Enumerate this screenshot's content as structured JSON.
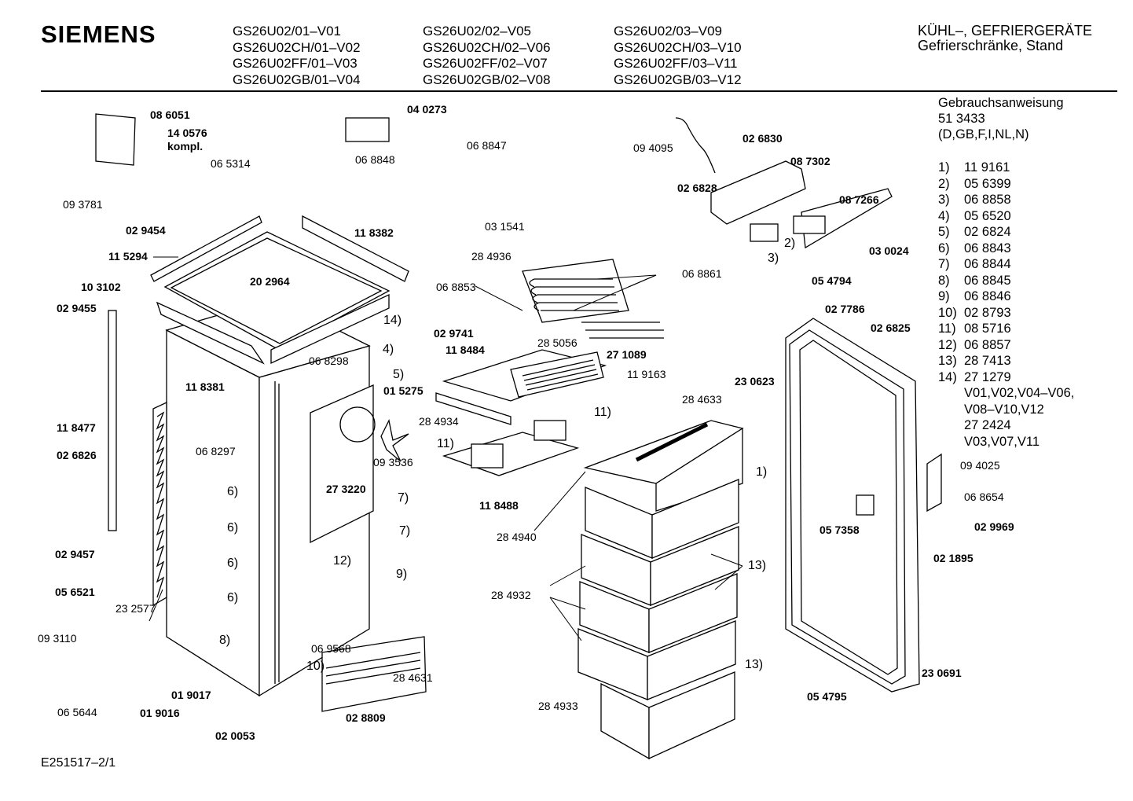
{
  "header": {
    "brand": "SIEMENS",
    "models": [
      [
        "GS26U02/01–V01",
        "GS26U02CH/01–V02",
        "GS26U02FF/01–V03",
        "GS26U02GB/01–V04"
      ],
      [
        "GS26U02/02–V05",
        "GS26U02CH/02–V06",
        "GS26U02FF/02–V07",
        "GS26U02GB/02–V08"
      ],
      [
        "GS26U02/03–V09",
        "GS26U02CH/03–V10",
        "GS26U02FF/03–V11",
        "GS26U02GB/03–V12"
      ]
    ],
    "category": "KÜHL–, GEFRIERGERÄTE",
    "subcategory": "Gefrierschränke, Stand"
  },
  "manual": {
    "title": "Gebrauchsanweisung",
    "number": "51 3433",
    "languages": "(D,GB,F,I,NL,N)"
  },
  "footnotes": [
    {
      "n": "1)",
      "v": "11 9161"
    },
    {
      "n": "2)",
      "v": "05 6399"
    },
    {
      "n": "3)",
      "v": "06 8858"
    },
    {
      "n": "4)",
      "v": "05 6520"
    },
    {
      "n": "5)",
      "v": "02 6824"
    },
    {
      "n": "6)",
      "v": "06 8843"
    },
    {
      "n": "7)",
      "v": "06 8844"
    },
    {
      "n": "8)",
      "v": "06 8845"
    },
    {
      "n": "9)",
      "v": "06 8846"
    },
    {
      "n": "10)",
      "v": "02 8793"
    },
    {
      "n": "11)",
      "v": "08 5716"
    },
    {
      "n": "12)",
      "v": "06 8857"
    },
    {
      "n": "13)",
      "v": "28 7413"
    },
    {
      "n": "14)",
      "v": "27 1279"
    },
    {
      "n": "",
      "v": "V01,V02,V04–V06,"
    },
    {
      "n": "",
      "v": "V08–V10,V12"
    },
    {
      "n": "",
      "v": "27 2424"
    },
    {
      "n": "",
      "v": "V03,V07,V11"
    }
  ],
  "part_labels": [
    {
      "t": "08 6051",
      "bold": true
    },
    {
      "t": "14 0576",
      "bold": true
    },
    {
      "t": "kompl.",
      "bold": true
    },
    {
      "t": "06 5314",
      "bold": false
    },
    {
      "t": "09 3781",
      "bold": false
    },
    {
      "t": "02 9454",
      "bold": true
    },
    {
      "t": "11 5294",
      "bold": true
    },
    {
      "t": "10 3102",
      "bold": true
    },
    {
      "t": "02 9455",
      "bold": true
    },
    {
      "t": "11 8477",
      "bold": true
    },
    {
      "t": "02 6826",
      "bold": true
    },
    {
      "t": "02 9457",
      "bold": true
    },
    {
      "t": "05 6521",
      "bold": true
    },
    {
      "t": "09 3110",
      "bold": false
    },
    {
      "t": "06 5644",
      "bold": false
    },
    {
      "t": "01 9016",
      "bold": true
    },
    {
      "t": "01 9017",
      "bold": true
    },
    {
      "t": "02 0053",
      "bold": true
    },
    {
      "t": "23 2577",
      "bold": false
    },
    {
      "t": "11 8381",
      "bold": true
    },
    {
      "t": "20 2964",
      "bold": true
    },
    {
      "t": "11 8382",
      "bold": true
    },
    {
      "t": "06 8297",
      "bold": false
    },
    {
      "t": "06 8848",
      "bold": false
    },
    {
      "t": "04 0273",
      "bold": true
    },
    {
      "t": "06 8847",
      "bold": false
    },
    {
      "t": "14)",
      "bold": false
    },
    {
      "t": "4)",
      "bold": false
    },
    {
      "t": "06 8298",
      "bold": false
    },
    {
      "t": "5)",
      "bold": false
    },
    {
      "t": "01 5275",
      "bold": true
    },
    {
      "t": "09 3536",
      "bold": false
    },
    {
      "t": "27 3220",
      "bold": true
    },
    {
      "t": "6)",
      "bold": false
    },
    {
      "t": "6)",
      "bold": false
    },
    {
      "t": "6)",
      "bold": false
    },
    {
      "t": "6)",
      "bold": false
    },
    {
      "t": "8)",
      "bold": false
    },
    {
      "t": "7)",
      "bold": false
    },
    {
      "t": "7)",
      "bold": false
    },
    {
      "t": "9)",
      "bold": false
    },
    {
      "t": "12)",
      "bold": false
    },
    {
      "t": "06 9568",
      "bold": false
    },
    {
      "t": "10)",
      "bold": false
    },
    {
      "t": "28 4631",
      "bold": false
    },
    {
      "t": "02 8809",
      "bold": true
    },
    {
      "t": "03 1541",
      "bold": false
    },
    {
      "t": "28 4936",
      "bold": false
    },
    {
      "t": "06 8853",
      "bold": false
    },
    {
      "t": "06 8861",
      "bold": false
    },
    {
      "t": "02 9741",
      "bold": true
    },
    {
      "t": "11 8484",
      "bold": true
    },
    {
      "t": "28 5056",
      "bold": false
    },
    {
      "t": "27 1089",
      "bold": true
    },
    {
      "t": "11 9163",
      "bold": false
    },
    {
      "t": "28 4934",
      "bold": false
    },
    {
      "t": "11)",
      "bold": false
    },
    {
      "t": "11)",
      "bold": false
    },
    {
      "t": "11 8488",
      "bold": true
    },
    {
      "t": "28 4633",
      "bold": false
    },
    {
      "t": "1)",
      "bold": false
    },
    {
      "t": "28 4940",
      "bold": false
    },
    {
      "t": "28 4932",
      "bold": false
    },
    {
      "t": "13)",
      "bold": false
    },
    {
      "t": "13)",
      "bold": false
    },
    {
      "t": "28 4933",
      "bold": false
    },
    {
      "t": "09 4095",
      "bold": false
    },
    {
      "t": "02 6830",
      "bold": true
    },
    {
      "t": "02 6828",
      "bold": true
    },
    {
      "t": "08 7302",
      "bold": true
    },
    {
      "t": "08 7266",
      "bold": true
    },
    {
      "t": "2)",
      "bold": false
    },
    {
      "t": "3)",
      "bold": false
    },
    {
      "t": "03 0024",
      "bold": true
    },
    {
      "t": "05 4794",
      "bold": true
    },
    {
      "t": "02 7786",
      "bold": true
    },
    {
      "t": "02 6825",
      "bold": true
    },
    {
      "t": "23 0623",
      "bold": true
    },
    {
      "t": "09 4025",
      "bold": false
    },
    {
      "t": "06 8654",
      "bold": false
    },
    {
      "t": "05 7358",
      "bold": true
    },
    {
      "t": "02 9969",
      "bold": true
    },
    {
      "t": "02 1895",
      "bold": true
    },
    {
      "t": "23 0691",
      "bold": true
    },
    {
      "t": "05 4795",
      "bold": true
    }
  ],
  "footer": {
    "code": "E251517–2/1"
  }
}
